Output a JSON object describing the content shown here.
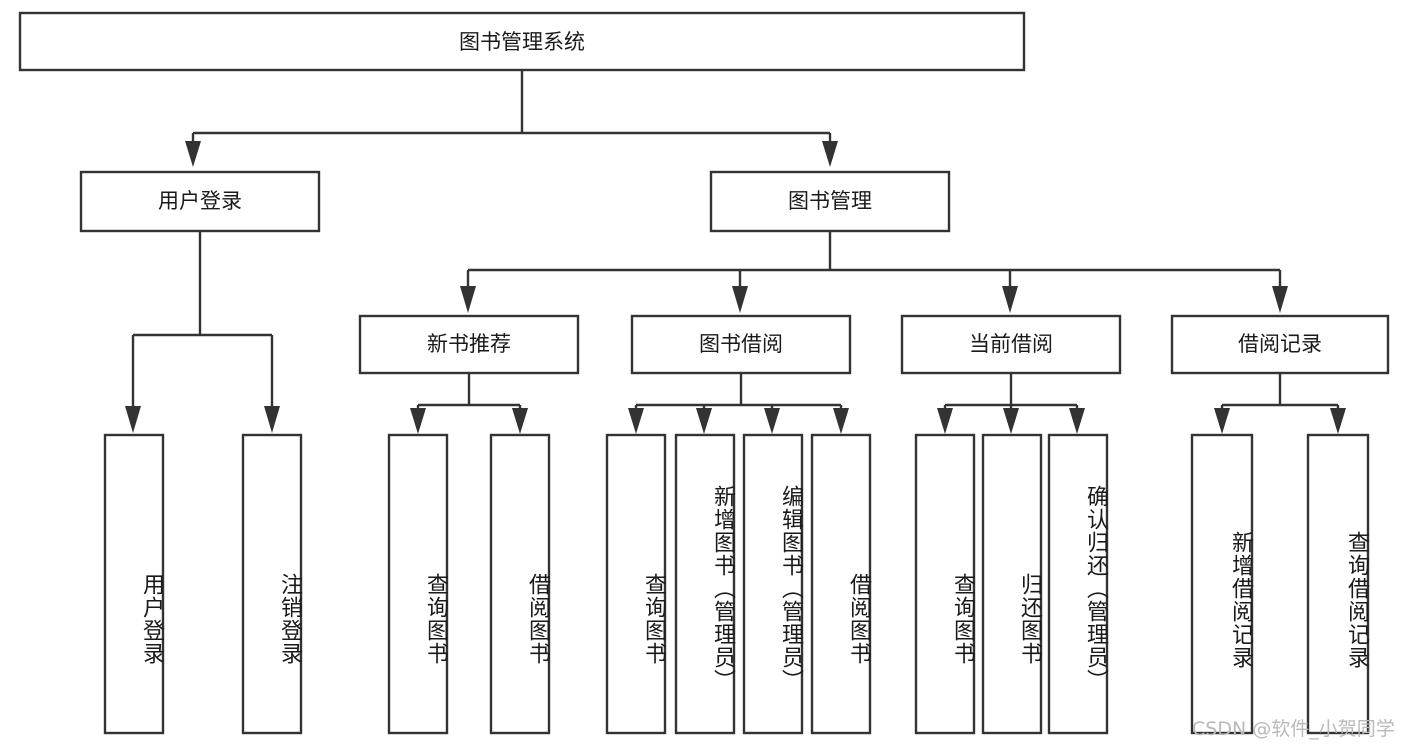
{
  "diagram": {
    "type": "tree-hierarchy",
    "title": "图书管理系统",
    "watermark": "CSDN @软件_小贺同学",
    "colors": {
      "box_stroke": "#333333",
      "box_fill": "#ffffff",
      "text": "#1a1a1a",
      "background": "#ffffff",
      "watermark": "#b9b9b9"
    },
    "nodes": {
      "root": {
        "label": "图书管理系统"
      },
      "level2": [
        {
          "label": "用户登录"
        },
        {
          "label": "图书管理"
        }
      ],
      "level3": [
        {
          "label": "新书推荐"
        },
        {
          "label": "图书借阅"
        },
        {
          "label": "当前借阅"
        },
        {
          "label": "借阅记录"
        }
      ],
      "leaves": {
        "user_login": [
          {
            "label": "用户登录"
          },
          {
            "label": "注销登录"
          }
        ],
        "new_book": [
          {
            "label": "查询图书"
          },
          {
            "label": "借阅图书"
          }
        ],
        "book_borrow": [
          {
            "label": "查询图书"
          },
          {
            "label": "新增图书（管理员）"
          },
          {
            "label": "编辑图书（管理员）"
          },
          {
            "label": "借阅图书"
          }
        ],
        "current_borrow": [
          {
            "label": "查询图书"
          },
          {
            "label": "归还图书"
          },
          {
            "label": "确认归还（管理员）"
          }
        ],
        "borrow_record": [
          {
            "label": "新增借阅记录"
          },
          {
            "label": "查询借阅记录"
          }
        ]
      }
    }
  }
}
